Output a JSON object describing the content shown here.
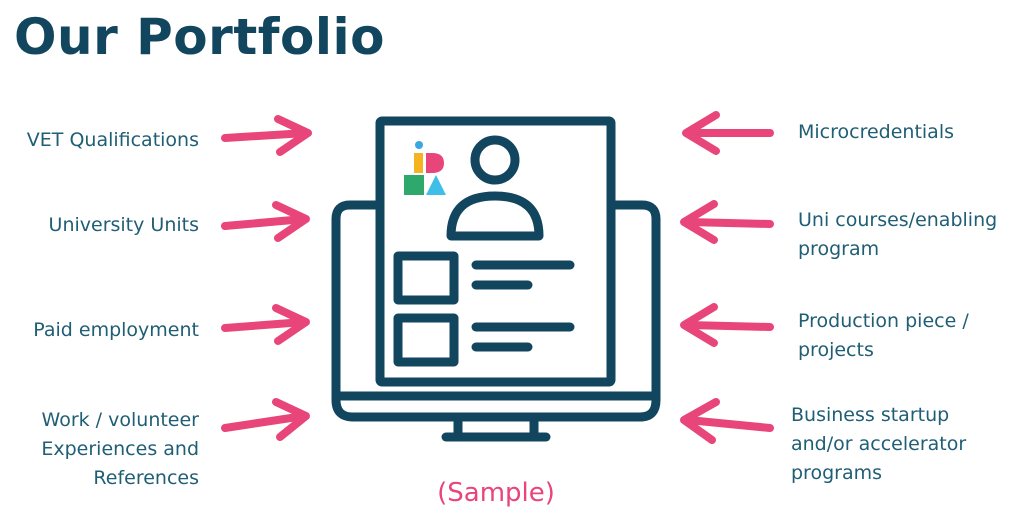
{
  "title": "Our Portfolio",
  "left_items": [
    {
      "lines": [
        "VET Qualifications"
      ]
    },
    {
      "lines": [
        "University Units"
      ]
    },
    {
      "lines": [
        "Paid employment"
      ]
    },
    {
      "lines": [
        "Work / volunteer",
        "Experiences and",
        "References"
      ]
    }
  ],
  "right_items": [
    {
      "lines": [
        "Microcredentials"
      ]
    },
    {
      "lines": [
        "Uni courses/enabling",
        "program"
      ]
    },
    {
      "lines": [
        "Production piece /",
        "projects"
      ]
    },
    {
      "lines": [
        "Business startup",
        "and/or accelerator",
        "programs"
      ]
    }
  ],
  "sample_label": "(Sample)",
  "colors": {
    "title": "#12465f",
    "text": "#1f5e75",
    "arrow": "#e8457a",
    "icon": "#12465f",
    "logo_blue": "#3aa7e0",
    "logo_yellow": "#f5b321",
    "logo_pink": "#e8457a",
    "logo_green": "#2fa86b",
    "logo_cyan": "#3fbfe8"
  },
  "icons": [
    "right-arrow-icon",
    "left-arrow-icon",
    "portfolio-monitor-icon",
    "logo-icon"
  ]
}
